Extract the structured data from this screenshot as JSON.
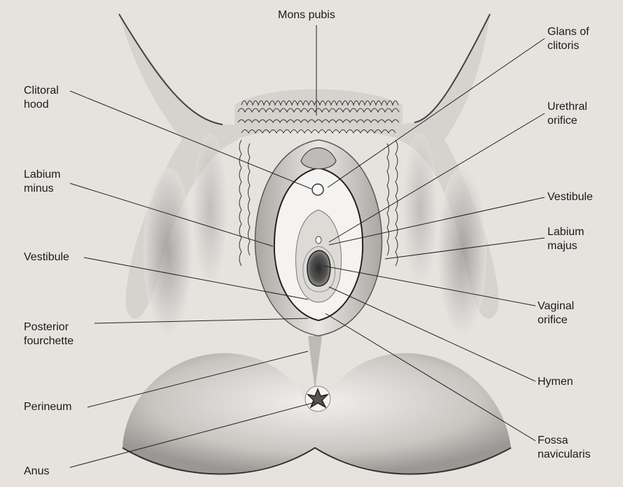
{
  "diagram": {
    "labels": {
      "mons_pubis": "Mons pubis",
      "glans_of_clitoris": "Glans of\nclitoris",
      "clitoral_hood": "Clitoral\nhood",
      "urethral_orifice": "Urethral\norifice",
      "labium_minus": "Labium\nminus",
      "vestibule_right": "Vestibule",
      "labium_majus": "Labium\nmajus",
      "vestibule_left": "Vestibule",
      "vaginal_orifice": "Vaginal\norifice",
      "posterior_fourchette": "Posterior\nfourchette",
      "hymen": "Hymen",
      "perineum": "Perineum",
      "fossa_navicularis": "Fossa\nnavicularis",
      "anus": "Anus"
    }
  }
}
